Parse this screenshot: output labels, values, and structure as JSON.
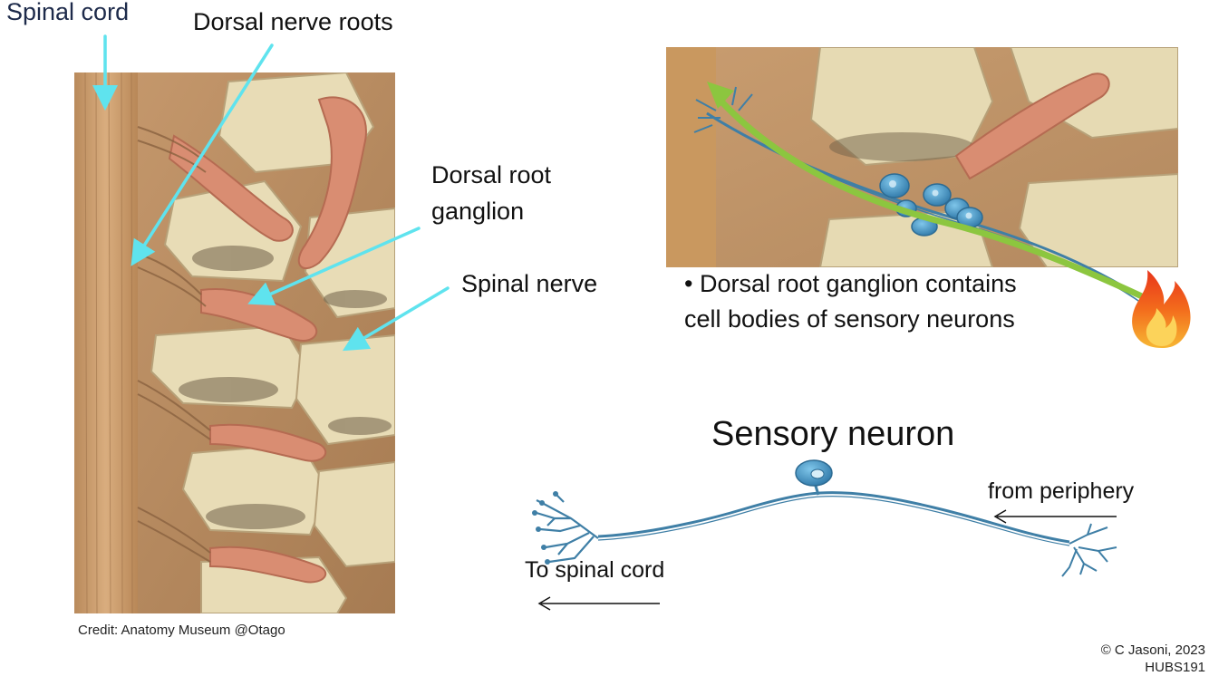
{
  "labels": {
    "spinal_cord": "Spinal cord",
    "dorsal_nerve_roots": "Dorsal nerve roots",
    "dorsal_root_ganglion_line1": "Dorsal root",
    "dorsal_root_ganglion_line2": "ganglion",
    "spinal_nerve": "Spinal nerve"
  },
  "credit": "Credit: Anatomy Museum @Otago",
  "bullet": {
    "line1": "Dorsal root ganglion contains",
    "line2": "cell bodies of sensory neurons"
  },
  "diagram": {
    "title": "Sensory neuron",
    "from_periphery": "from periphery",
    "to_spinal_cord": "To spinal cord"
  },
  "footer": {
    "copyright": "© C Jasoni, 2023",
    "course_code": "HUBS191"
  },
  "colors": {
    "arrow_cyan": "#5fe3ee",
    "signal_green": "#8cc63f",
    "neuron_blue": "#3f7fa6",
    "flame_orange": "#f36b1c"
  }
}
